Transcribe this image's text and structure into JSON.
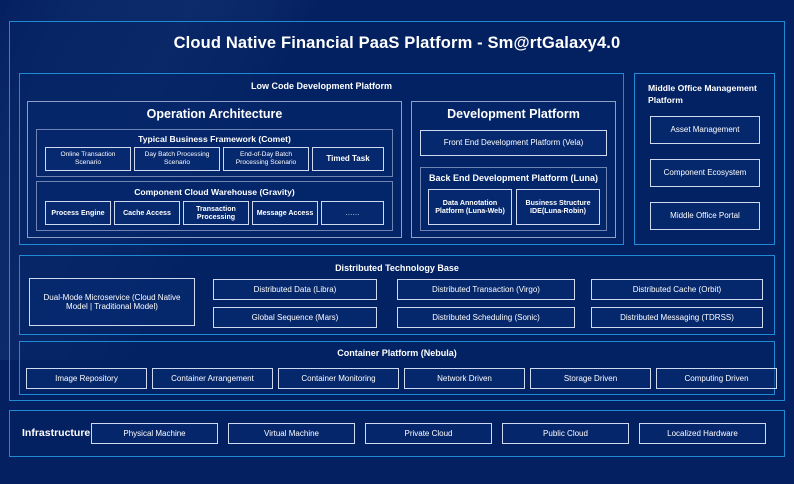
{
  "title": "Cloud Native Financial PaaS Platform - Sm@rtGalaxy4.0",
  "colors": {
    "background": "#042060",
    "panel_border": "#1f8ad6",
    "chip_border": "#cfd9ef",
    "text": "#ffffff"
  },
  "low_code": {
    "header": "Low Code Development Platform",
    "operation_architecture": {
      "header": "Operation Architecture",
      "typical_business_framework": {
        "header": "Typical Business Framework (Comet)",
        "items": [
          "Online Transaction Scenario",
          "Day Batch Processing Scenario",
          "End-of-Day Batch Processing Scenario",
          "Timed Task"
        ]
      },
      "component_cloud_warehouse": {
        "header": "Component Cloud Warehouse (Gravity)",
        "items": [
          "Process Engine",
          "Cache Access",
          "Transaction Processing",
          "Message Access",
          "……"
        ]
      }
    },
    "development_platform": {
      "header": "Development Platform",
      "front_end": "Front End Development Platform (Vela)",
      "back_end": {
        "header": "Back End Development Platform (Luna)",
        "items": [
          "Data Annotation Platform (Luna-Web)",
          "Business Structure IDE(Luna-Robin)"
        ]
      }
    }
  },
  "middle_office": {
    "header": "Middle Office Management Platform",
    "items": [
      "Asset Management",
      "Component Ecosystem",
      "Middle Office Portal"
    ]
  },
  "distributed_base": {
    "header": "Distributed Technology Base",
    "feature": "Dual-Mode Microservice (Cloud Native Model | Traditional Model)",
    "grid": [
      [
        "Distributed Data (Libra)",
        "Distributed Transaction (Virgo)",
        "Distributed Cache (Orbit)"
      ],
      [
        "Global Sequence (Mars)",
        "Distributed Scheduling (Sonic)",
        "Distributed Messaging (TDRSS)"
      ]
    ]
  },
  "container_platform": {
    "header": "Container Platform (Nebula)",
    "items": [
      "Image Repository",
      "Container Arrangement",
      "Container Monitoring",
      "Network Driven",
      "Storage Driven",
      "Computing Driven"
    ]
  },
  "infrastructure": {
    "label": "Infrastructure",
    "items": [
      "Physical Machine",
      "Virtual Machine",
      "Private Cloud",
      "Public Cloud",
      "Localized Hardware"
    ]
  }
}
